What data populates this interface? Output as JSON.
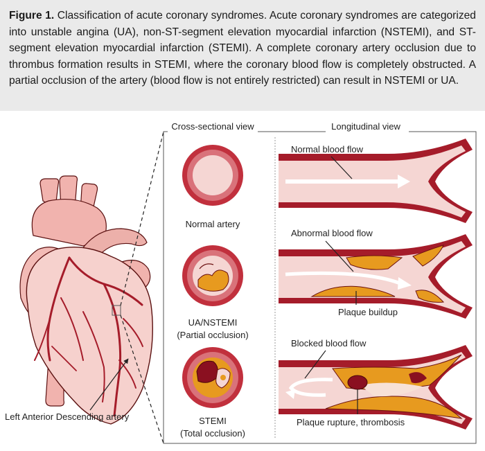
{
  "caption": {
    "label": "Figure 1.",
    "text": "Classification of acute coronary syndromes. Acute coronary syndromes are categorized into unstable angina (UA), non-ST-segment elevation myocardial infarction (NSTEMI), and ST-segment elevation myocardial infarction (STEMI). A complete coronary artery occlusion due to thrombus formation results in STEMI, where the coronary blood flow is completely obstructed. A partial occlusion of the artery (blood flow is not entirely restricted) can result in NSTEMI or UA."
  },
  "panel": {
    "cross_header": "Cross-sectional view",
    "long_header": "Longitudinal view"
  },
  "heart": {
    "lad_label": "Left Anterior Descending artery"
  },
  "rows": {
    "normal": {
      "cross_label": "Normal  artery",
      "flow_label": "Normal blood flow"
    },
    "partial": {
      "cross_label_1": "UA/NSTEMI",
      "cross_label_2": "(Partial occlusion)",
      "flow_label": "Abnormal blood flow",
      "plaque_label": "Plaque buildup"
    },
    "total": {
      "cross_label_1": "STEMI",
      "cross_label_2": "(Total occlusion)",
      "flow_label": "Blocked blood flow",
      "plaque_label": "Plaque rupture, thrombosis"
    }
  },
  "colors": {
    "caption_band": "#eaeaea",
    "vessel_wall": "#a51c2a",
    "vessel_wall_light": "#d9727a",
    "lumen": "#f5d6d3",
    "plaque": "#e79a1f",
    "thrombus": "#8a1020",
    "heart_fill": "#f4c7c3",
    "heart_outline": "#5a1010"
  }
}
